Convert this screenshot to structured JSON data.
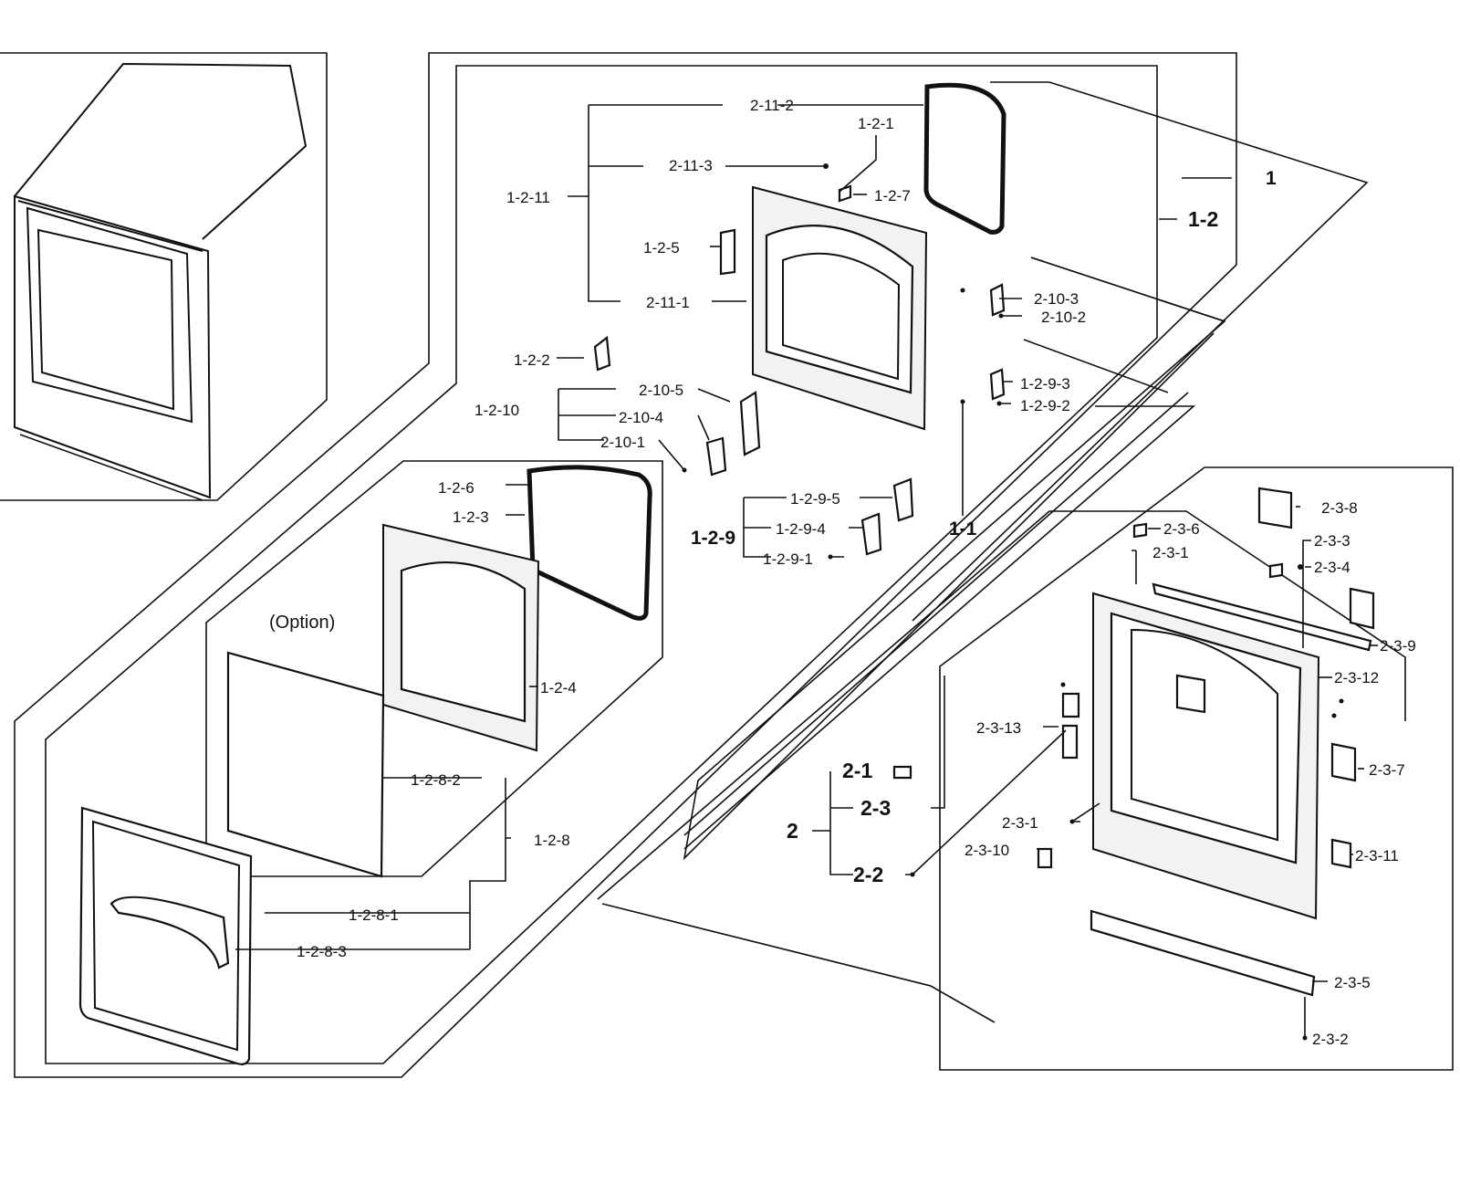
{
  "labels": {
    "l_2_11_2": "2-11-2",
    "l_1_2_1": "1-2-1",
    "l_2_11_3": "2-11-3",
    "l_1_2_7": "1-2-7",
    "l_1_2_11": "1-2-11",
    "l_1_2_5": "1-2-5",
    "l_2_11_1": "2-11-1",
    "l_1": "1",
    "l_1_2": "1-2",
    "l_2_10_3": "2-10-3",
    "l_2_10_2": "2-10-2",
    "l_1_2_2": "1-2-2",
    "l_2_10_5": "2-10-5",
    "l_1_2_10": "1-2-10",
    "l_2_10_4": "2-10-4",
    "l_2_10_1": "2-10-1",
    "l_1_2_9_3": "1-2-9-3",
    "l_1_2_9_2": "1-2-9-2",
    "l_1_2_9_5": "1-2-9-5",
    "l_1_2_9_4": "1-2-9-4",
    "l_1_2_9": "1-2-9",
    "l_1_2_9_1": "1-2-9-1",
    "l_1_1": "1-1",
    "l_1_2_6": "1-2-6",
    "l_1_2_3": "1-2-3",
    "l_option": "(Option)",
    "l_1_2_4": "1-2-4",
    "l_1_2_8_2": "1-2-8-2",
    "l_1_2_8": "1-2-8",
    "l_1_2_8_1": "1-2-8-1",
    "l_1_2_8_3": "1-2-8-3",
    "l_2_3_8": "2-3-8",
    "l_2_3_6": "2-3-6",
    "l_2_3_3": "2-3-3",
    "l_2_3_1a": "2-3-1",
    "l_2_3_4": "2-3-4",
    "l_2_3_9": "2-3-9",
    "l_2_3_12": "2-3-12",
    "l_2_3_13": "2-3-13",
    "l_2_3_7": "2-3-7",
    "l_2_1": "2-1",
    "l_2_3": "2-3",
    "l_2": "2",
    "l_2_3_1b": "2-3-1",
    "l_2_3_10": "2-3-10",
    "l_2_3_11": "2-3-11",
    "l_2_2": "2-2",
    "l_2_3_5": "2-3-5",
    "l_2_3_2": "2-3-2"
  }
}
